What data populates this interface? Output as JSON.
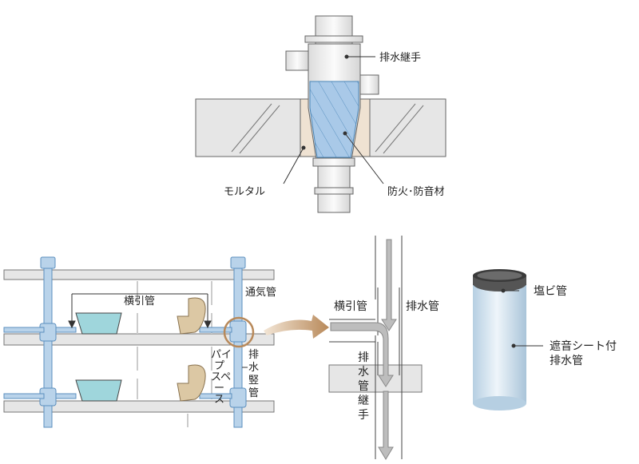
{
  "top_diagram": {
    "label_joint": "排水継手",
    "label_mortar": "モルタル",
    "label_fireproof": "防火･防音材"
  },
  "bottom_left": {
    "label_horizontal": "横引管",
    "label_vent": "通気管",
    "label_pipe_space": [
      "パイ",
      "プ",
      "スペ",
      "ー",
      "ス"
    ],
    "label_drain_riser": [
      "排",
      "水",
      "竪",
      "管"
    ]
  },
  "bottom_middle": {
    "label_horizontal": "横引管",
    "label_drain": "排水管",
    "label_drain_joint": [
      "排",
      "水",
      "管",
      "継",
      "手"
    ]
  },
  "bottom_right": {
    "label_pvc": "塩ビ管",
    "label_sound_pipe_1": "遮音シート付",
    "label_sound_pipe_2": "排水管"
  },
  "colors": {
    "floor_slab": "#e6e6e6",
    "pipe_light": "#f2f2f2",
    "fireproof_blue": "#a9c9e8",
    "mortar": "#efe2d2",
    "pipe_blue": "#b9d3ea",
    "accent_brown": "#b8895a",
    "toilet": "#dcc8a4",
    "basin": "#9fd6dc",
    "cylinder_blue": "#cfe1ee",
    "cylinder_top": "#555555"
  }
}
